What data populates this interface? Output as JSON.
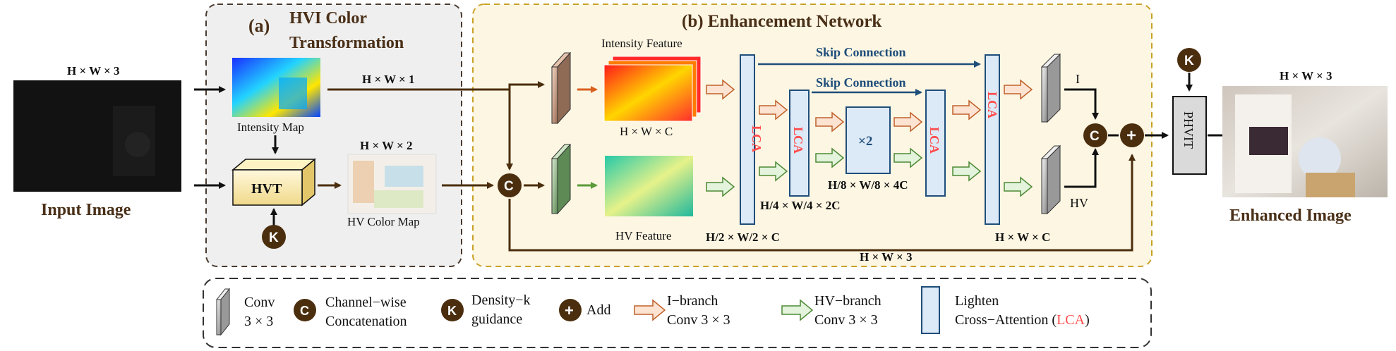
{
  "panels": {
    "a_label": "(a)",
    "a_title_1": "HVI Color",
    "a_title_2": "Transformation",
    "b_title": "(b) Enhancement Network"
  },
  "input": {
    "dims": "H × W × 3",
    "label": "Input Image"
  },
  "output": {
    "dims": "H × W × 3",
    "label": "Enhanced Image"
  },
  "hvi": {
    "intensity_map": "Intensity Map",
    "hv_color_map": "HV Color Map",
    "hv_dims": "H × W × 2",
    "hvt": "HVT",
    "i_dims": "H × W × 1"
  },
  "network": {
    "intensity_feature": "Intensity Feature",
    "feature_dims": "H × W × C",
    "hv_feature": "HV Feature",
    "skip1": "Skip Connection",
    "skip2": "Skip Connection",
    "lca": "LCA",
    "x2": "×2",
    "dims_half": "H/2 × W/2 × C",
    "dims_quarter": "H/4 × W/4 × 2C",
    "dims_eighth": "H/8 × W/8 × 4C",
    "dims_out": "H × W × C",
    "bottom_dims": "H × W × 3",
    "i_label": "I",
    "hv_label": "HV"
  },
  "phvit": "PHVIT",
  "symbols": {
    "c": "C",
    "k": "K",
    "plus": "+"
  },
  "legend": {
    "conv_1": "Conv",
    "conv_2": "3 × 3",
    "concat_1": "Channel−wise",
    "concat_2": "Concatenation",
    "density_1": "Density−k",
    "density_2": "guidance",
    "add": "Add",
    "ibranch_1": "I−branch",
    "ibranch_2": "Conv 3 × 3",
    "hvbranch_1": "HV−branch",
    "hvbranch_2": "Conv 3 × 3",
    "lca_1": "Lighten",
    "lca_2a": "Cross−Attention (",
    "lca_2b": "LCA",
    "lca_2c": ")"
  },
  "colors": {
    "panel_a_bg": "#efefef",
    "panel_a_border": "#4a3a2e",
    "panel_b_bg": "#fdf6e3",
    "panel_b_border": "#c9a227",
    "circle": "#4b2e0e",
    "brown_arrow": "#4b2e0e",
    "ibranch": "#d9601e",
    "hvbranch": "#5a9a3a",
    "lca_fill": "#dce9f7",
    "lca_border": "#1f4e7a",
    "skip": "#1f4e7a",
    "lca_text": "#ff4d4d"
  }
}
